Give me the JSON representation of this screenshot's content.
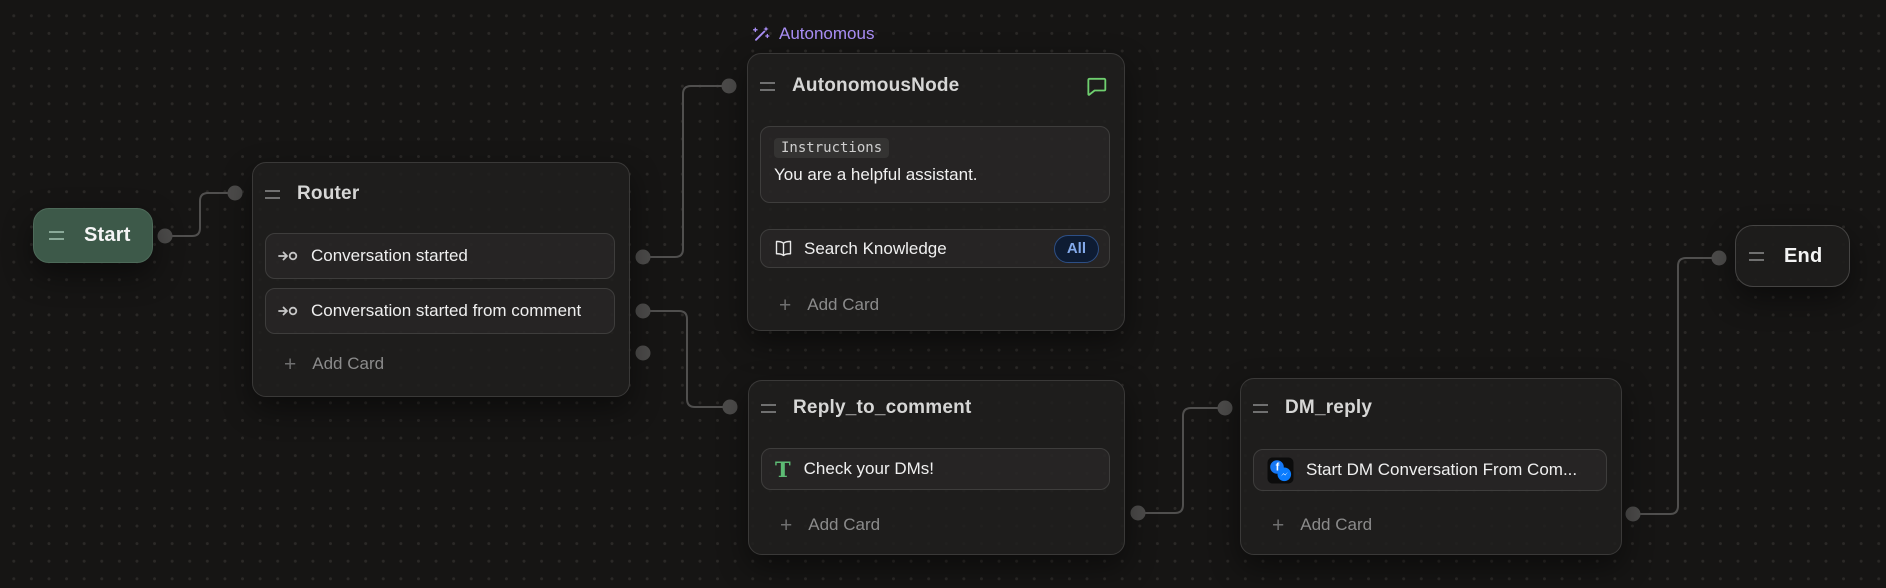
{
  "canvas": {
    "background": "#161514",
    "dot_color": "#2b2927",
    "edge_color": "#504f4e",
    "connector_color": "#4c4b4a"
  },
  "colors": {
    "start_node_green": "#3d5949",
    "autonomous_label_purple": "#a98ef5",
    "comment_bubble_green": "#6fcf6f",
    "text_card_green": "#5dbb74",
    "badge_bg": "#0e1c33",
    "badge_border": "#2d4f86",
    "badge_text": "#84aaea",
    "facebook_blue": "#1877f2",
    "messenger_blue": "#0a7cff"
  },
  "icons": {
    "plus": "+",
    "text_card": "T",
    "facebook_f": "f"
  },
  "nodes": {
    "start": {
      "title": "Start"
    },
    "router": {
      "title": "Router",
      "cards": [
        {
          "label": "Conversation started"
        },
        {
          "label": "Conversation started from comment"
        }
      ],
      "add_card": "Add Card"
    },
    "autonomous": {
      "badge": "Autonomous",
      "title": "AutonomousNode",
      "instructions_label": "Instructions",
      "instructions_text": "You are a helpful assistant.",
      "knowledge_label": "Search Knowledge",
      "knowledge_scope": "All",
      "add_card": "Add Card"
    },
    "reply": {
      "title": "Reply_to_comment",
      "card_text": "Check your DMs!",
      "add_card": "Add Card"
    },
    "dm": {
      "title": "DM_reply",
      "card_text": "Start DM Conversation From Com...",
      "add_card": "Add Card"
    },
    "end": {
      "title": "End"
    }
  },
  "edges": [
    {
      "from": "Start",
      "to": "Router"
    },
    {
      "from": "Router / Conversation started",
      "to": "AutonomousNode"
    },
    {
      "from": "Router / Conversation started from comment",
      "to": "Reply_to_comment"
    },
    {
      "from": "Reply_to_comment",
      "to": "DM_reply"
    },
    {
      "from": "DM_reply",
      "to": "End"
    }
  ]
}
